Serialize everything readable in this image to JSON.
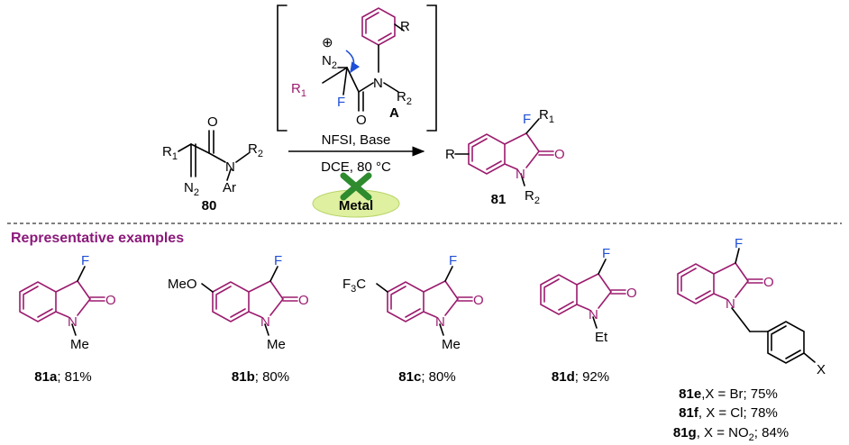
{
  "colors": {
    "ring": "#9b1b6e",
    "fluorine": "#1f4fd6",
    "bond": "#000000",
    "heading": "#8b1a7a",
    "cross": "#2e8b2e",
    "metal_pill": "#dff0a0",
    "arrow_blue": "#1f4fd6"
  },
  "reaction": {
    "reactant": {
      "compound_number": "80",
      "r1": "R",
      "r1_sub": "1",
      "r2": "R",
      "r2_sub": "2",
      "carbonyl_o": "O",
      "amide_n": "N",
      "aryl": "Ar",
      "diazo_n": "N",
      "diazo_sub": "2"
    },
    "intermediate": {
      "label": "A",
      "aryl_r": "R",
      "charge": "⊕",
      "diazonium_n": "N",
      "diazonium_sub": "2",
      "r1": "R",
      "r1_sub": "1",
      "fluorine": "F",
      "carbonyl_o": "O",
      "amide_n": "N",
      "r2": "R",
      "r2_sub": "2"
    },
    "conditions": {
      "reagents": "NFSI, Base",
      "solvent_temp": "DCE, 80 °C",
      "metal": "Metal"
    },
    "product": {
      "compound_number": "81",
      "ring_r": "R",
      "fluorine": "F",
      "r1": "R",
      "r1_sub": "1",
      "carbonyl_o": "O",
      "ring_n": "N",
      "r2": "R",
      "r2_sub": "2"
    }
  },
  "examples": {
    "heading": "Representative examples",
    "items": [
      {
        "id": "81a",
        "yield": "; 81%",
        "substituent": "",
        "n_group": "Me"
      },
      {
        "id": "81b",
        "yield": "; 80%",
        "substituent": "MeO",
        "n_group": "Me"
      },
      {
        "id": "81c",
        "yield": "; 80%",
        "substituent": "F",
        "substituent_prefix": "C",
        "substituent_sub": "3",
        "n_group": "Me"
      },
      {
        "id": "81d",
        "yield": "; 92%",
        "substituent": "",
        "n_group": "Et"
      },
      {
        "id": "81e",
        "yield": ",X = Br; 75%",
        "x_label": "X"
      },
      {
        "id": "81f",
        "yield": ", X = Cl; 78%"
      },
      {
        "id": "81g",
        "yield": ", X = NO",
        "yield_sub": "2",
        "yield_tail": "; 84%"
      }
    ],
    "atom_f": "F",
    "atom_o": "O",
    "atom_n": "N"
  }
}
